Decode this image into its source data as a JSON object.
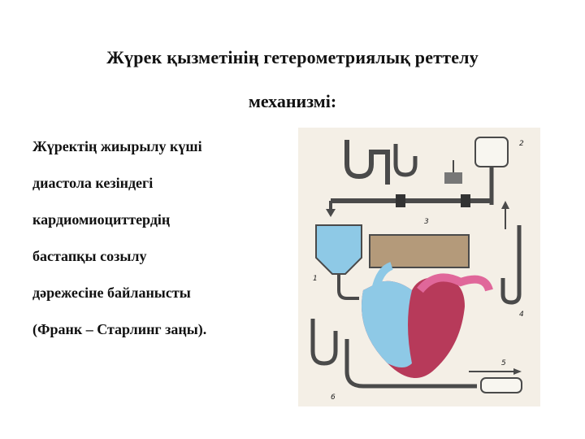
{
  "title": {
    "line1": "Жүрек қызметінің гетерометриялық реттелу",
    "line2": "механизмі:"
  },
  "body": {
    "lines": [
      "Жүректің жиырылу күші",
      "диастола кезіндегі",
      "кардиомиоциттердің",
      "бастапқы созылу",
      "дәрежесіне байланысты",
      "(Франк – Старлинг заңы)."
    ]
  },
  "figure": {
    "labels": [
      "1",
      "2",
      "3",
      "4",
      "5",
      "6"
    ],
    "colors": {
      "background": "#f4efe6",
      "venous_blood": "#8ec9e6",
      "arterial_blood": "#e0679a",
      "heart_tissue": "#b73a5a",
      "tube": "#4a4a4a",
      "resistance_block": "#b49a7a"
    }
  }
}
